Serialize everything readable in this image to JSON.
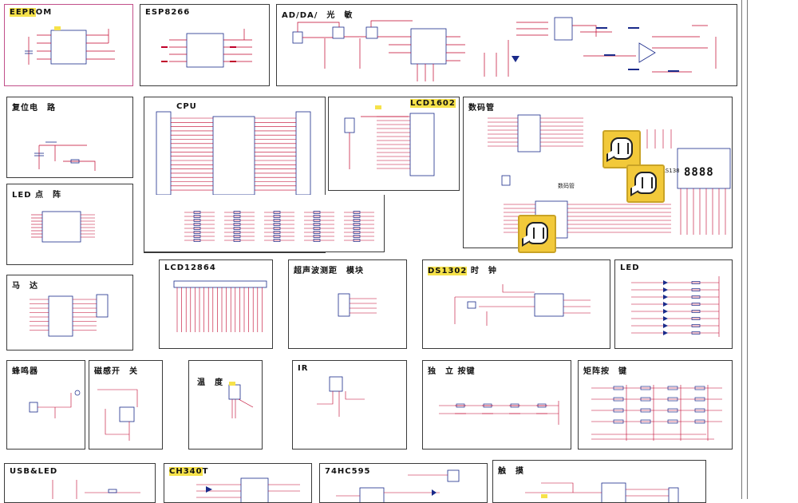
{
  "panels": {
    "eeprom": {
      "title_hl": "EEPR",
      "title_rest": "OM"
    },
    "esp8266": {
      "title": "ESP8266"
    },
    "ad_da": {
      "title": "AD/DA/　光　敏"
    },
    "reset": {
      "title": "复位电　路"
    },
    "cpu": {
      "title": "CPU"
    },
    "lcd1602": {
      "title": "LCD1602"
    },
    "seg": {
      "title": "数码管",
      "digits": "8888",
      "chip": "74LS138",
      "sub": "数码管"
    },
    "led_matrix": {
      "title": "LED 点　阵"
    },
    "motor": {
      "title": "马　达"
    },
    "lcd12864": {
      "title": "LCD12864"
    },
    "ultra": {
      "title": "超声波测距　模块"
    },
    "ds1302": {
      "title_hl": "DS1302",
      "title_rest": " 时　钟"
    },
    "led": {
      "title": "LED"
    },
    "buzzer": {
      "title": "蜂鸣器"
    },
    "reed": {
      "title": "磁感开　关"
    },
    "temp": {
      "title": "温　度"
    },
    "ir": {
      "title": "IR"
    },
    "keys": {
      "title": "独　立 按键"
    },
    "matrix_keys": {
      "title": "矩阵按　键"
    },
    "usb": {
      "title": "USB&LED"
    },
    "ch340": {
      "title_hl": "CH340",
      "title_rest": "T"
    },
    "hc595": {
      "title": "74HC595"
    },
    "touch": {
      "title": "触　摸"
    }
  },
  "icons": [
    "comment-icon",
    "comment-icon",
    "comment-icon"
  ],
  "colors": {
    "wire": "#c0002a",
    "component": "#1a2a8a",
    "highlight": "#f6e24a",
    "bubble": "#f2c93a"
  }
}
